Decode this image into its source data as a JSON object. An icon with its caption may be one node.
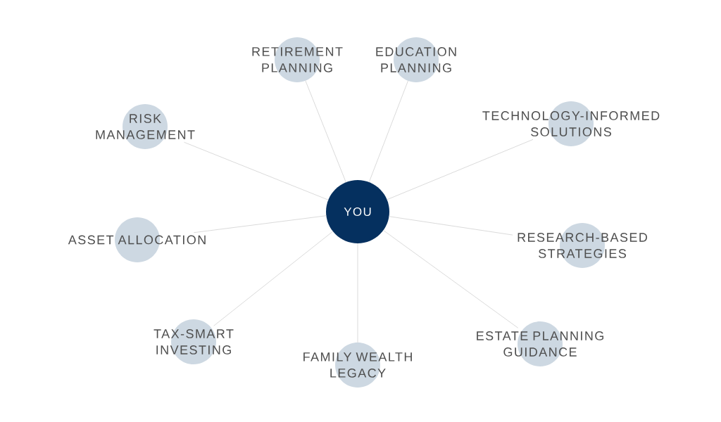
{
  "diagram": {
    "nodes": [
      {
        "text": [
          "YOU"
        ]
      },
      {
        "text": [
          "RETIREMENT PLANNING"
        ]
      },
      {
        "text": [
          "EDUCATION PLANNING"
        ]
      },
      {
        "text": [
          "TECHNOLOGY-INFORMED SOLUTIONS"
        ]
      },
      {
        "text": [
          "RISK MANAGEMENT"
        ]
      },
      {
        "text": [
          "ASSET ALLOCATION"
        ]
      },
      {
        "text": [
          "RESEARCH-BASED STRATEGIES"
        ]
      },
      {
        "text": [
          "TAX-SMART INVESTING"
        ]
      },
      {
        "text": [
          "FAMILY WEALTH LEGACY"
        ]
      },
      {
        "text": [
          "ESTATE PLANNING GUIDANCE"
        ]
      }
    ],
    "edges": [
      {
        "from": 0,
        "to": 1,
        "arrow": "none"
      },
      {
        "from": 0,
        "to": 2,
        "arrow": "none"
      },
      {
        "from": 0,
        "to": 3,
        "arrow": "none"
      },
      {
        "from": 0,
        "to": 4,
        "arrow": "none"
      },
      {
        "from": 0,
        "to": 5,
        "arrow": "none"
      },
      {
        "from": 0,
        "to": 6,
        "arrow": "none"
      },
      {
        "from": 0,
        "to": 7,
        "arrow": "none"
      },
      {
        "from": 0,
        "to": 8,
        "arrow": "none"
      },
      {
        "from": 0,
        "to": 9,
        "arrow": "none"
      }
    ]
  }
}
